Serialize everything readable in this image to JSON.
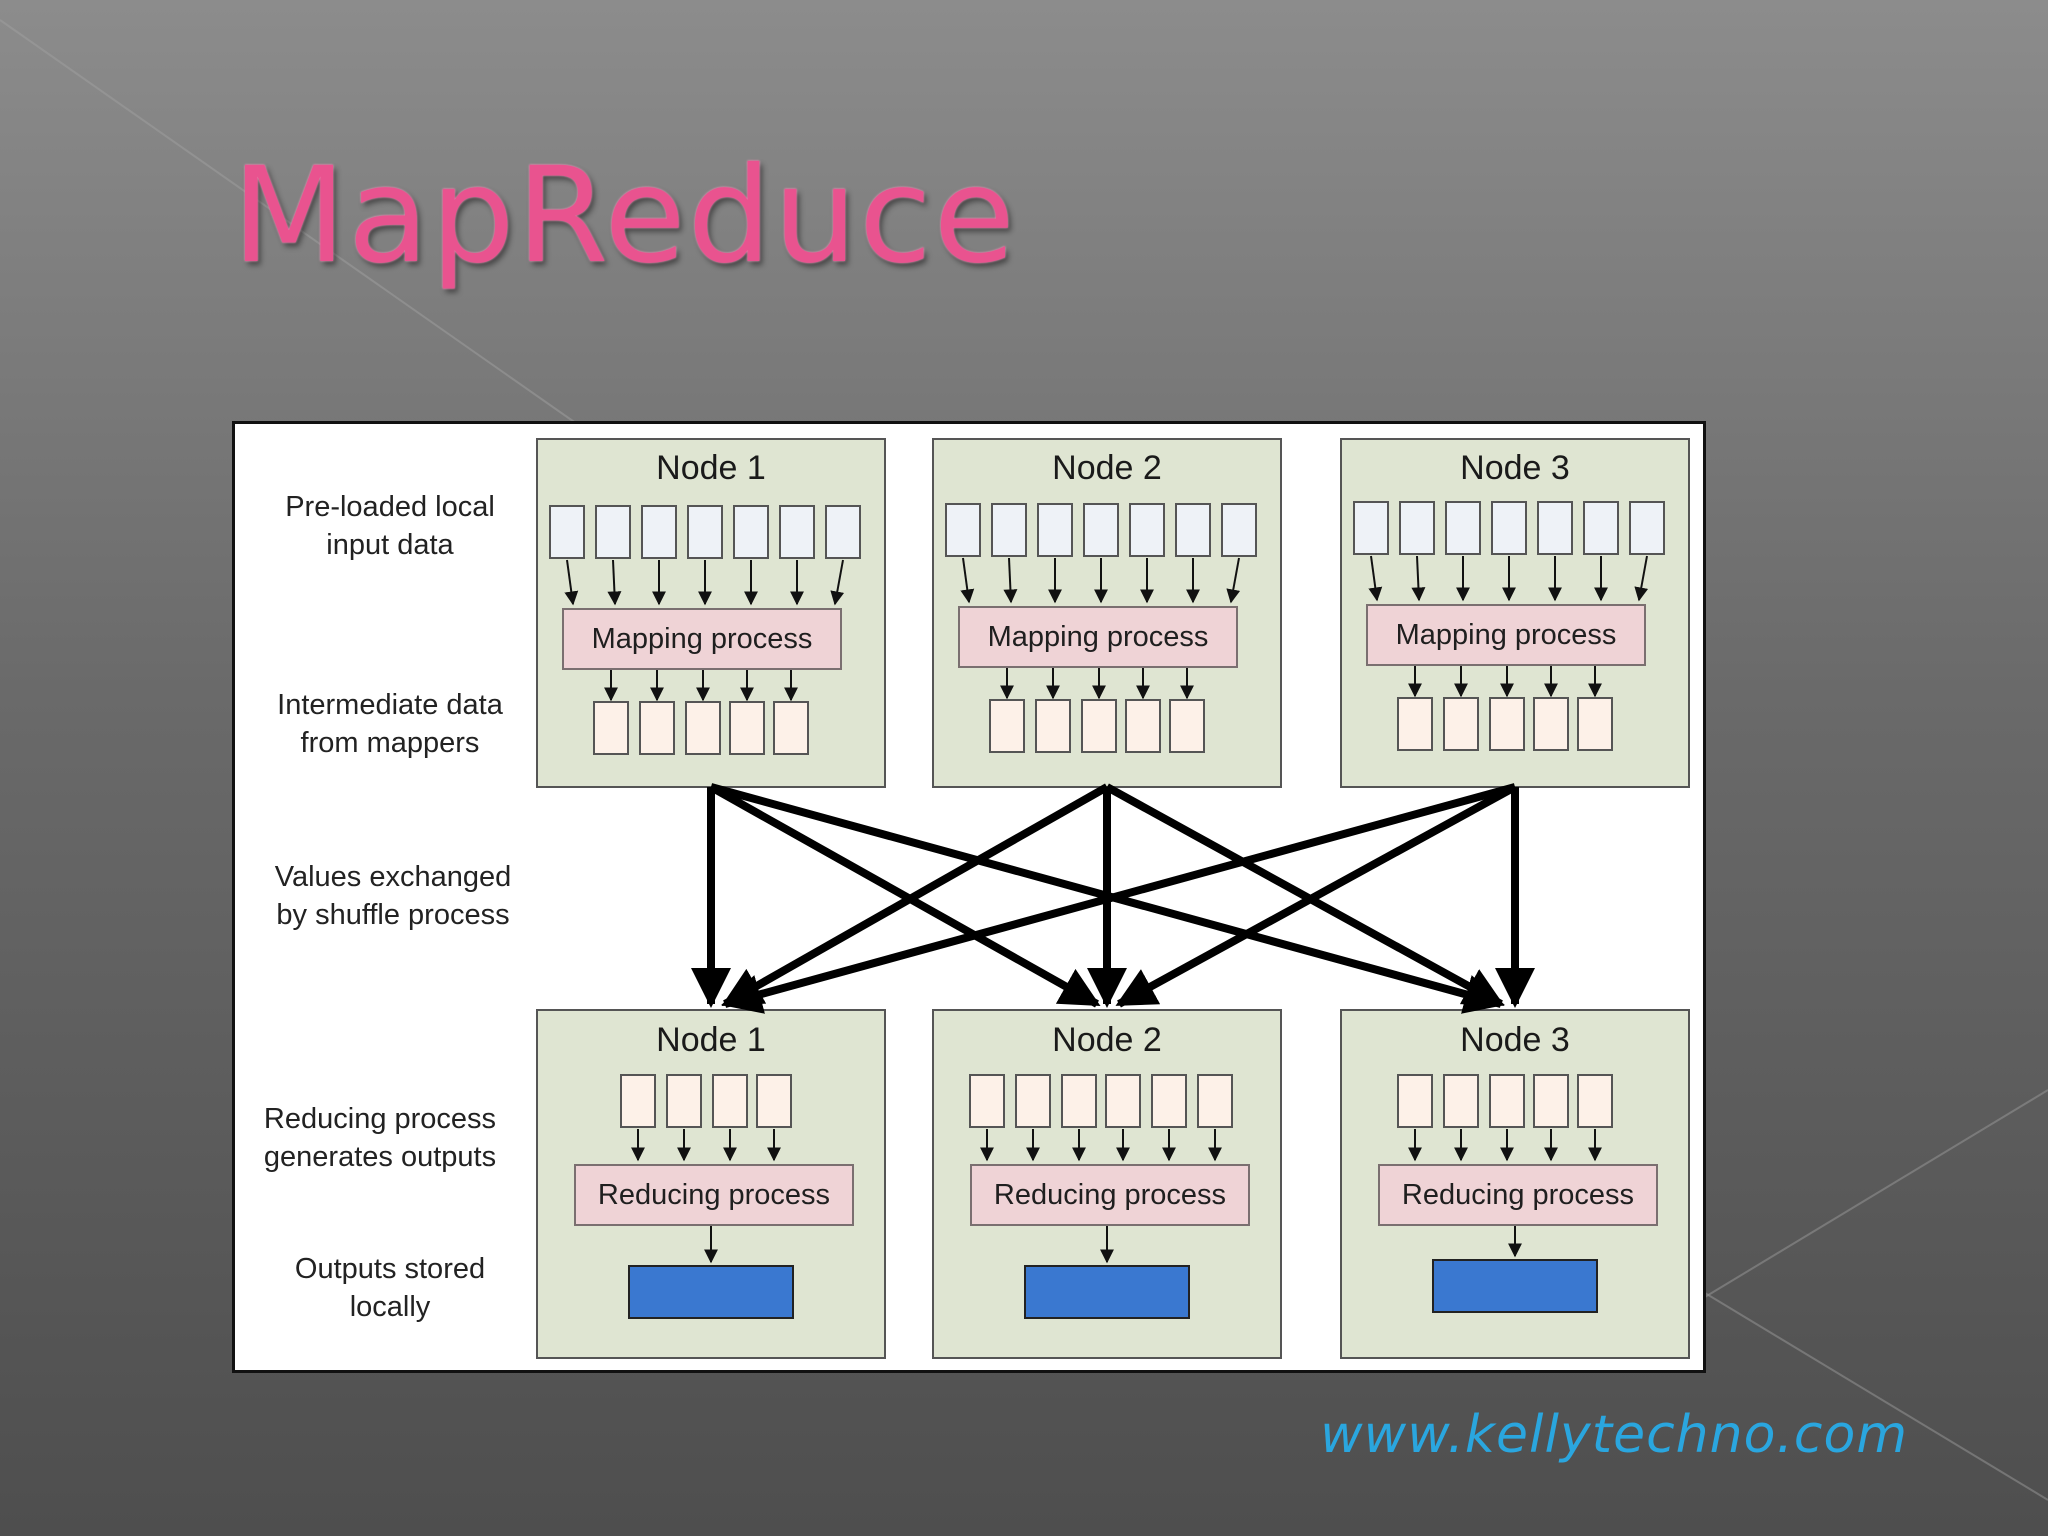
{
  "slide": {
    "title": "MapReduce",
    "website": "www.kellytechno.com"
  },
  "diagram": {
    "row_labels": {
      "input": [
        "Pre-loaded local",
        "input data"
      ],
      "intermediate": [
        "Intermediate data",
        "from mappers"
      ],
      "shuffle": [
        "Values exchanged",
        "by shuffle process"
      ],
      "reducing": [
        "Reducing process",
        "generates outputs"
      ],
      "outputs": [
        "Outputs stored",
        "locally"
      ]
    },
    "map_nodes": [
      {
        "title": "Node 1",
        "process": "Mapping process"
      },
      {
        "title": "Node 2",
        "process": "Mapping process"
      },
      {
        "title": "Node 3",
        "process": "Mapping process"
      }
    ],
    "reduce_nodes": [
      {
        "title": "Node 1",
        "process": "Reducing process"
      },
      {
        "title": "Node 2",
        "process": "Reducing process"
      },
      {
        "title": "Node 3",
        "process": "Reducing process"
      }
    ],
    "colors": {
      "node_fill": "#dfe5d2",
      "input_box": "#eef2f7",
      "intermediate_box": "#fdf1e8",
      "process_box": "#efd3d6",
      "output_box": "#3a78d0",
      "title": "#e9538f",
      "website": "#2aa6df"
    }
  }
}
